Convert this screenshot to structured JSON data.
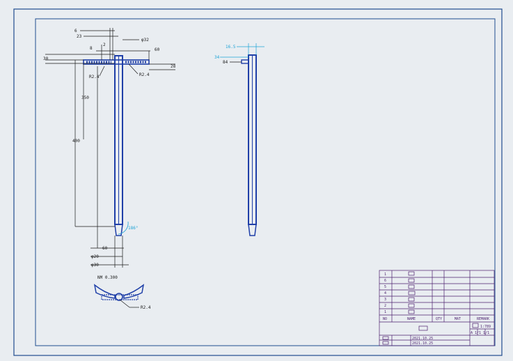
{
  "colors": {
    "background": "#e9edf1",
    "border": "#1f4d8f",
    "part": "#1f3fa8",
    "dimension": "#1a1a1a",
    "highlight_dimension": "#1ea3d6",
    "title_block": "#4b1f6e"
  },
  "front_view": {
    "dims": {
      "d6": "6",
      "d23": "23",
      "d8": "8",
      "d2": "2",
      "dphi32": "φ32",
      "d60": "60",
      "d30": "30",
      "d28": "28",
      "r24_left": "R2.4",
      "r24_right": "R2.4",
      "d350": "350",
      "d400": "400",
      "angle": "186°",
      "d60b": "60",
      "dphi20": "φ20",
      "dphi30": "φ30"
    }
  },
  "side_view": {
    "dims": {
      "d16_5": "16.5",
      "d34": "34",
      "d4": "84"
    }
  },
  "detail_view": {
    "label": "NM 0.300",
    "radius": "R2.4"
  },
  "title_block": {
    "rows": [
      "1",
      "6",
      "5",
      "4",
      "3",
      "2",
      "1"
    ],
    "header": {
      "no": "NO",
      "name": "NAME",
      "qty": "QTY",
      "mat": "MAT",
      "remark": "REMARK"
    },
    "scale": "1:789",
    "scale_sub": "A  1/1  1/1",
    "dates": [
      "2021.10.25",
      "2021.10.25"
    ]
  }
}
